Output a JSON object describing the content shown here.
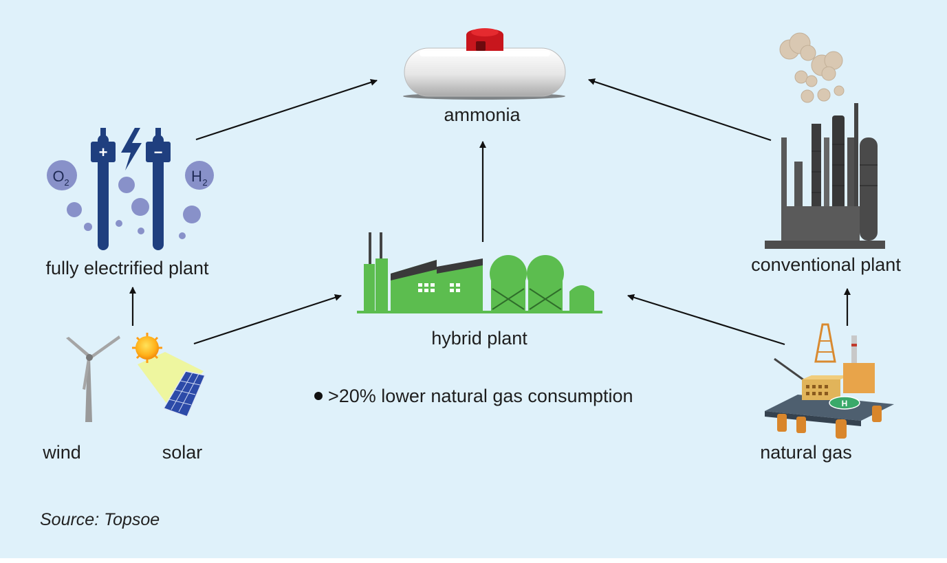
{
  "nodes": {
    "ammonia": "ammonia",
    "electrified": "fully electrified plant",
    "hybrid": "hybrid plant",
    "conventional": "conventional plant",
    "wind": "wind",
    "solar": "solar",
    "natural_gas": "natural gas"
  },
  "electrolysis": {
    "oxygen": "O",
    "oxygen_sub": "2",
    "hydrogen": "H",
    "hydrogen_sub": "2",
    "plus": "+",
    "minus": "−"
  },
  "platform_helipad": "H",
  "note": ">20% lower natural gas consumption",
  "source": "Source: Topsoe",
  "icons": [
    "ammonia-tank-icon",
    "electrolyser-icon",
    "hybrid-plant-icon",
    "refinery-icon",
    "wind-turbine-icon",
    "solar-panel-icon",
    "gas-platform-icon"
  ],
  "colors": {
    "background": "#dff1fa",
    "electrolyser": "#1f3f7f",
    "bubbles": "#8891c9",
    "hybrid": "#5cbd4f",
    "refinery": "#3c3c3c",
    "tank_valve": "#c8161d"
  }
}
